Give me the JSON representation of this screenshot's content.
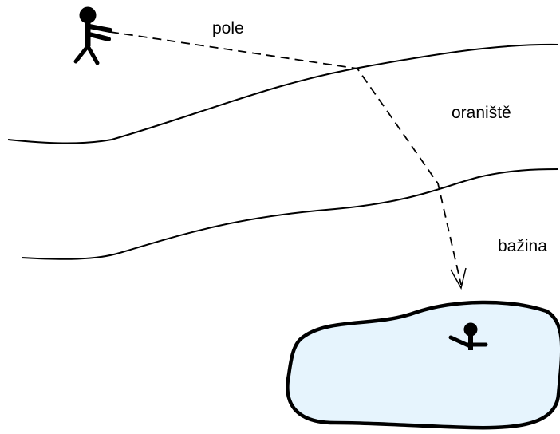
{
  "labels": {
    "field": "pole",
    "arable_land": "oraniště",
    "swamp": "bažina"
  },
  "colors": {
    "line": "#000000",
    "water_fill": "#e6f4fd",
    "background": "#ffffff"
  },
  "figures": {
    "walker": "stick-figure-walking",
    "drowning": "stick-figure-sinking"
  }
}
